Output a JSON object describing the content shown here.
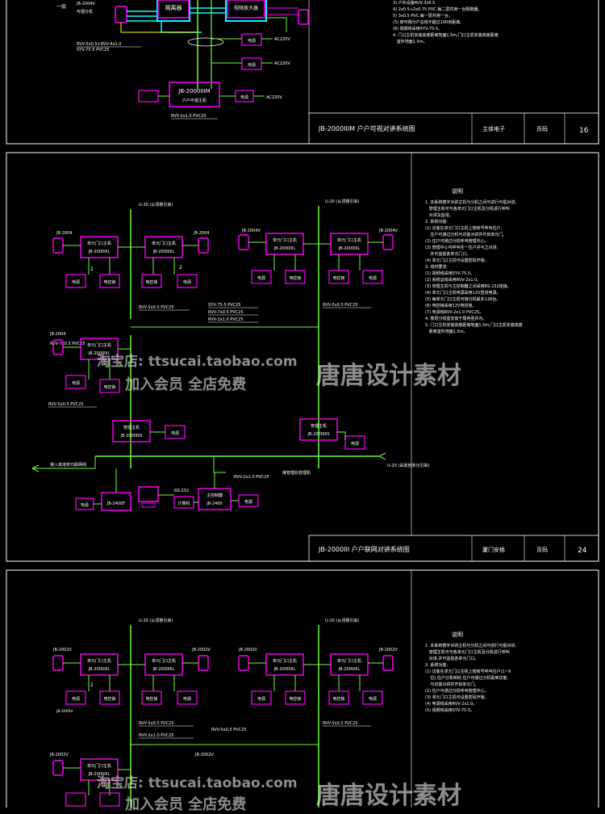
{
  "colors": {
    "background": "#000000",
    "frame": "#ffffff",
    "device": "#ff00ff",
    "bus": "#66ff33",
    "cyan": "#00ffff",
    "yellow": "#ffff00",
    "watermark": "#ffffff"
  },
  "sheet1": {
    "title_block": {
      "title": "JB-2000IIIM 户户可视对讲系统图",
      "field2": "主体电子",
      "field3": "页码",
      "page": "16"
    },
    "labels": {
      "cable1": "RVV-5x0.5+RVV-4x1.0",
      "cable2": "SYV-75-5    PVC25",
      "box1": "隔离器",
      "box2": "视频放大器",
      "box3_l1": "JB-2000IIIM",
      "box3_l2": "户户可视主机",
      "cable3": "RVV-2x1.0 PVC20",
      "ac1": "AC220V",
      "ac2": "AC220V",
      "ac3": "AC220V",
      "psu": "电源"
    },
    "notes": "3) 户外设备RVV-3x0.5\n4) 2x0.5+2x0.75 PVC,每二层共用一台隔离器。\n5) 3x0.5 PVC,每一层共用一台。\n(5) 使可视分户总线不超过100米距离。\n(6) 视频线采用SYV-75-5。\n4. 门口主机安装高度距离地面1.5m,门口主机安装高度距离\n   室外地面1.5m。"
  },
  "sheet2": {
    "title_block": {
      "title": "JB-2000III 户户联网对讲系统图",
      "field2": "厦门安格",
      "field3": "页码",
      "page": "24"
    },
    "labels": {
      "riser_left": "U-20 (从顶楼引来)",
      "riser_right": "U-20 (从顶楼引来)",
      "unit_left_tl": "JB-2004",
      "unit_left_tr": "JB-2004",
      "unit_right_tl": "JB-2004V",
      "unit_right_tr": "JB-2004V",
      "door_a": "单元门口主机",
      "door_a_id": "JB-2000IIIL",
      "door_b": "单元门口主机",
      "door_b_id": "JB-2000IIIL",
      "door_c": "单元门口主机",
      "door_c_id": "JB-2000IIIL",
      "door_d": "单元门口主机",
      "door_d_id": "JB-2000IIIL",
      "psu": "电源",
      "lock": "电控锁",
      "cable_a": "RVV-5x0.5 PVC25",
      "cable_b": "RVV-5x0.5 PVC25",
      "cable_c": "SYV-75-5 PVC25",
      "cable_d": "RVV-7x0.5 PVC25",
      "cable_e": "RVV-2x1.0 PVC25",
      "cable_f": "RVV-7x0.5 PVC25",
      "cable_g": "RVV-5x0.5 PVC25",
      "unit_left_ml": "JB-2004",
      "guard_1": "管理主机",
      "guard_1_id": "JB-2000IIIS",
      "guard_2": "管理主机",
      "guard_2_id": "JB-2000IIIS",
      "master": "主控制器",
      "master_id": "JB-2400",
      "pc_link": "RS-232",
      "pc_dev": "计算机",
      "terminal": "JB-2400F",
      "cable_bus": "RVV-2x1.0 PVC25",
      "right_bus": "U-20 (由其他单元引来)",
      "left_bus": "接入其他单元联网线",
      "guard_note": "接管理处管理机",
      "bottom_psu": "电源",
      "num": "2"
    },
    "notes_title": "说明",
    "notes": "1. 本系统楼宇对讲主机与分机之间可进行可视对讲,\n   管理主机可与各单元门口主机及分机进行呼叫\n   对讲及监视。\n2. 系统功能:\n(1) 访客在单元门口主机上按房号呼叫住户,\n    住户可通过分机与访客对讲并开启单元门。\n(2) 住户可通过分机呼叫管理中心。\n(3) 管理中心可呼叫任一住户并与之对讲,\n    并可监视各单元门口。\n(4) 单元门口主机可设置密码开锁。\n3. 线材要求:\n(1) 视频线采用SYV-75-5。\n(2) 系统总线采用RVV-2x1.0。\n(3) 管理主机与主控制器之间采用RS-232连接。\n(4) 单元门口主机电源采用12V直流电源。\n(5) 每单元门口主机可接分机最多128台。\n(6) 电控锁采用12V电控锁。\n(7) 电源线RVV-2x1.0 PVC25。\n4. 楼层分线盒安装于弱电竖井内。\n5. 门口主机安装高度距离地面1.5m,门口主机安装高度\n   距离室外地面1.5m。"
  },
  "sheet3": {
    "labels": {
      "riser_left": "U-20 (从顶楼引来)",
      "riser_right": "U-20 (从顶楼引来)",
      "unit_tl": "JB-2002V",
      "unit_tr": "JB-2002V",
      "unit_rtl": "JB-2002V",
      "unit_rtr": "JB-2002V",
      "door": "单元门口主机",
      "door_id": "JB-2000IIIL",
      "psu": "电源",
      "lock": "电控锁",
      "sub": "JB-2000V",
      "cable_a": "RVV-5x0.5 PVC25",
      "cable_b": "RVV-2x1.0 PVC25",
      "cable_c": "RVV-5x0.5 PVC25",
      "cable_d": "RVV-5x0.5 PVC25",
      "bottom_l": "JB-2002V",
      "bottom_r": "JB-2002V",
      "num": "2"
    },
    "notes_title": "说明",
    "notes": "1. 本系统楼宇对讲主机与分机之间可进行可视对讲,\n   管理主机可与各单元门口主机及分机进行呼叫\n   对讲,并可监视各单元门口。\n2. 系统功能:\n(1) 访客在单元门口主机上按房号呼叫住户(1~9\n    位),住户分机响铃,住户可通过分机看到访客,\n    与访客对讲并开启单元门。\n(2) 住户可通过分机呼叫管理中心。\n(3) 单元门口主机可设置密码开锁。\n(4) 电源线采用RVV-2x1.0。\n(5) 视频线采用SYV-75-5。"
  },
  "watermark": {
    "shop": "淘宝店: ttsucai.taobao.com",
    "brand": "唐唐设计素材",
    "member": "加入会员 全店免费"
  }
}
